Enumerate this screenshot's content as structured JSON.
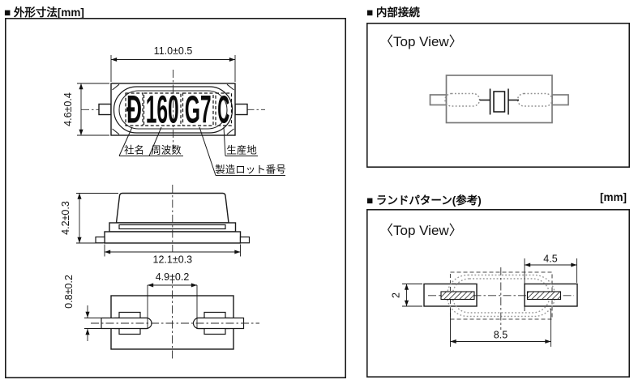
{
  "outline": {
    "title": "■ 外形寸法[mm]",
    "marking": {
      "logo": "Ð",
      "frequency_code": "160",
      "lot_code": "G7",
      "origin_code": "C"
    },
    "marking_labels": {
      "company": "社名",
      "frequency": "周波数",
      "origin": "生産地",
      "lot": "製造ロット番号"
    },
    "dims": {
      "body_width": "11.0±0.5",
      "body_height": "4.6±0.4",
      "height": "4.2±0.3",
      "overall_width": "12.1±0.3",
      "lead_gap": "4.9±0.2",
      "lead_thickness": "0.8±0.2"
    }
  },
  "internal": {
    "title": "■ 内部接続",
    "view_label": "〈Top View〉"
  },
  "land": {
    "title": "■ ランドパターン(参考)",
    "unit": "[mm]",
    "view_label": "〈Top View〉",
    "dims": {
      "pad_width": "4.5",
      "pad_height": "2",
      "pad_pitch": "8.5"
    }
  },
  "colors": {
    "line": "#1a1a1a",
    "package_gray": "#7a7a7a",
    "background": "#ffffff"
  }
}
